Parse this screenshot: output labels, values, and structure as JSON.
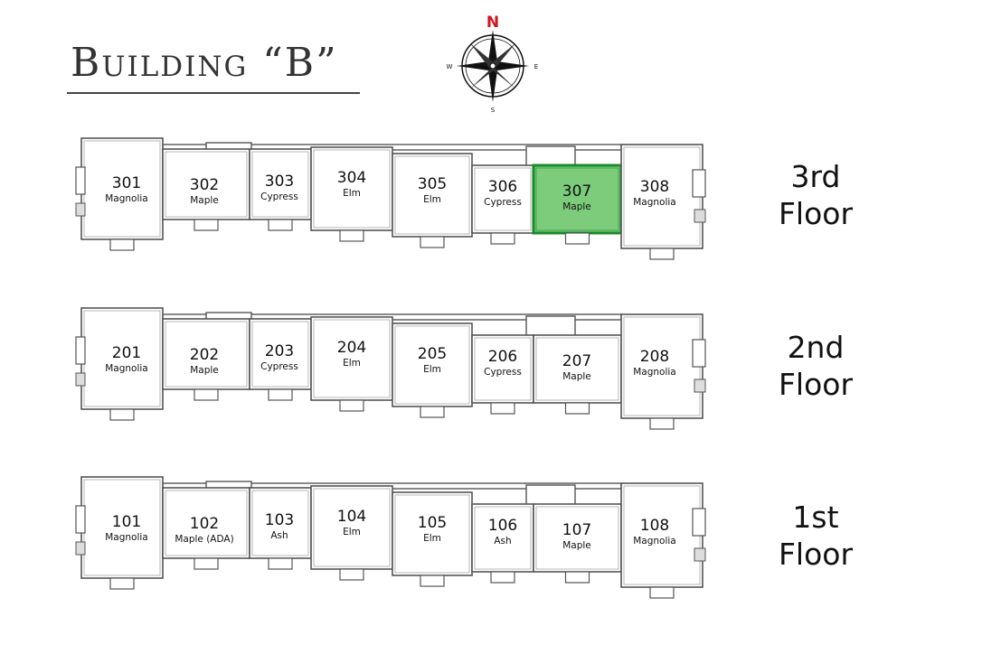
{
  "title": "Building “B”",
  "compass": {
    "north": "N",
    "south": "S",
    "east": "E",
    "west": "W"
  },
  "colors": {
    "highlight_fill": "#7ccc7c",
    "highlight_stroke": "#1a8a2a",
    "wall": "#555555",
    "compass_north": "#d0161f"
  },
  "floors": [
    {
      "id": "3",
      "label_line1": "3rd",
      "label_line2": "Floor",
      "units": [
        {
          "number": "301",
          "type": "Magnolia"
        },
        {
          "number": "302",
          "type": "Maple"
        },
        {
          "number": "303",
          "type": "Cypress"
        },
        {
          "number": "304",
          "type": "Elm"
        },
        {
          "number": "305",
          "type": "Elm"
        },
        {
          "number": "306",
          "type": "Cypress"
        },
        {
          "number": "307",
          "type": "Maple",
          "highlighted": true
        },
        {
          "number": "308",
          "type": "Magnolia"
        }
      ]
    },
    {
      "id": "2",
      "label_line1": "2nd",
      "label_line2": "Floor",
      "units": [
        {
          "number": "201",
          "type": "Magnolia"
        },
        {
          "number": "202",
          "type": "Maple"
        },
        {
          "number": "203",
          "type": "Cypress"
        },
        {
          "number": "204",
          "type": "Elm"
        },
        {
          "number": "205",
          "type": "Elm"
        },
        {
          "number": "206",
          "type": "Cypress"
        },
        {
          "number": "207",
          "type": "Maple"
        },
        {
          "number": "208",
          "type": "Magnolia"
        }
      ]
    },
    {
      "id": "1",
      "label_line1": "1st",
      "label_line2": "Floor",
      "units": [
        {
          "number": "101",
          "type": "Magnolia"
        },
        {
          "number": "102",
          "type": "Maple (ADA)"
        },
        {
          "number": "103",
          "type": "Ash"
        },
        {
          "number": "104",
          "type": "Elm"
        },
        {
          "number": "105",
          "type": "Elm"
        },
        {
          "number": "106",
          "type": "Ash"
        },
        {
          "number": "107",
          "type": "Maple"
        },
        {
          "number": "108",
          "type": "Magnolia"
        }
      ]
    }
  ]
}
